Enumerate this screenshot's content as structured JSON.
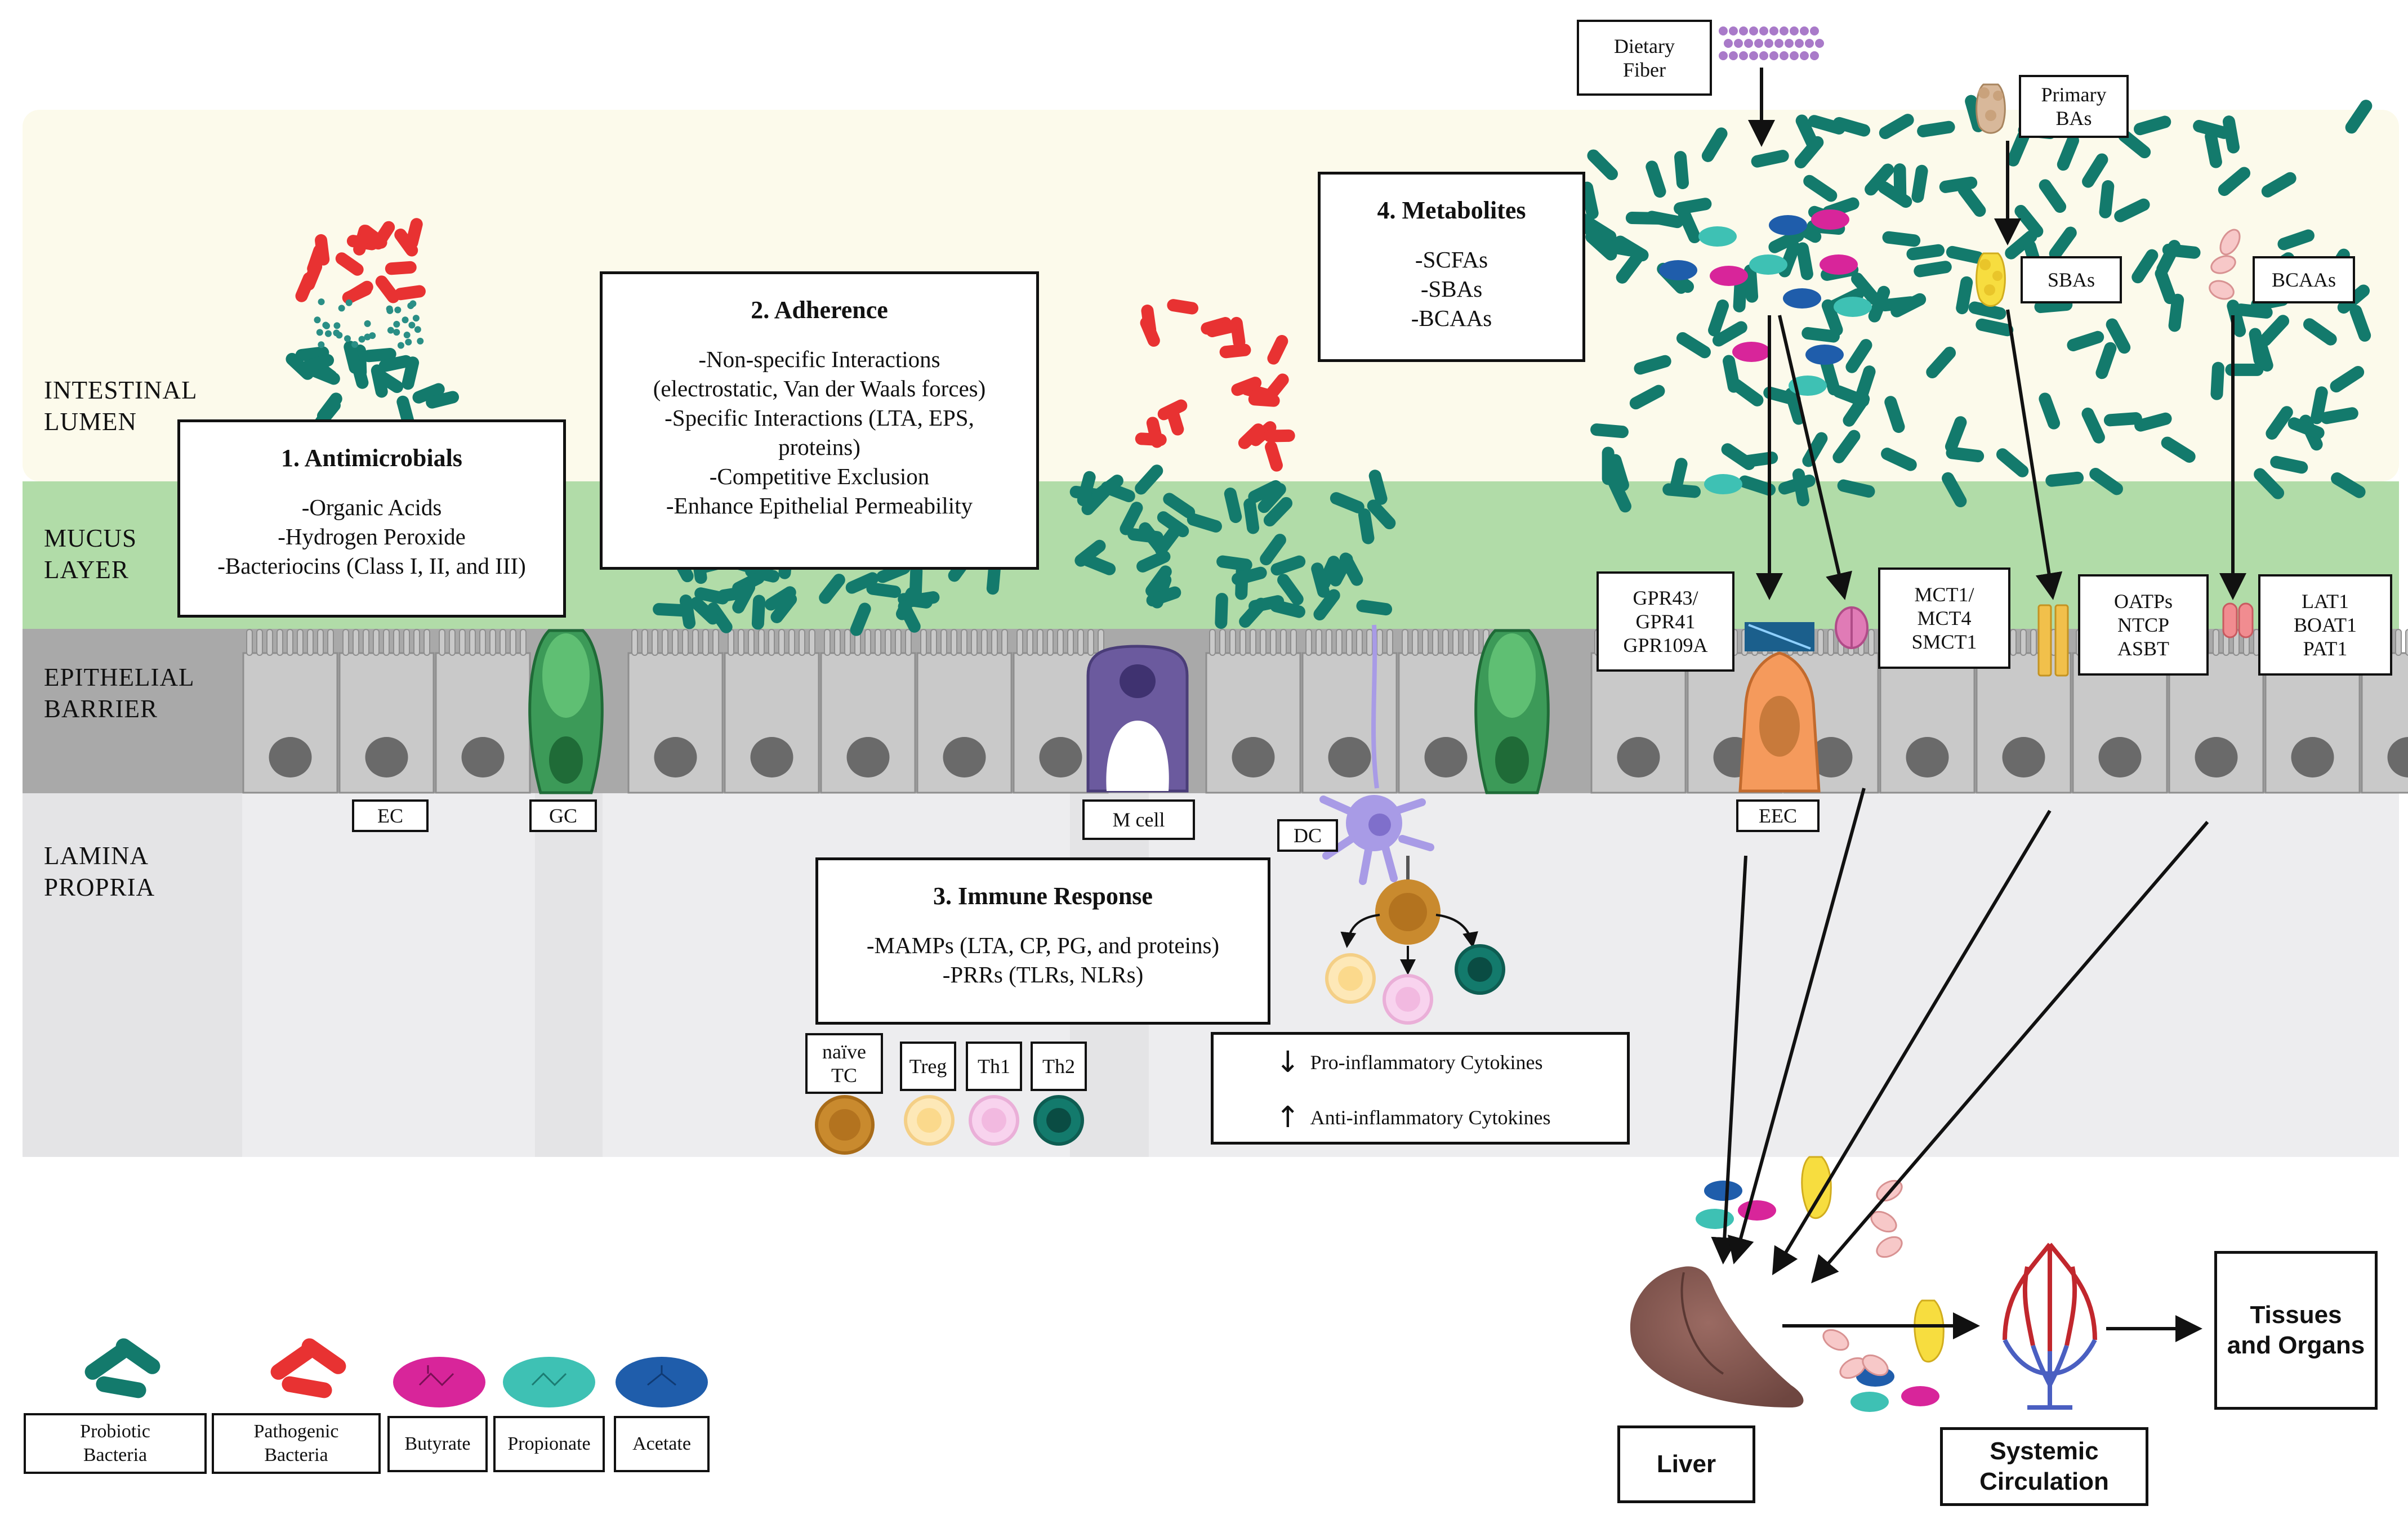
{
  "colors": {
    "probiotic": "#137A6C",
    "pathogenic": "#E83232",
    "butyrate": "#D8259A",
    "propionate": "#3EC1B4",
    "acetate": "#1F5DAB",
    "lumen_bg": "#FCFAEB",
    "mucus_bg": "#B1DCA8",
    "epithelium_bg": "#A9A9A9",
    "lamina_bg": "#EDEDEF"
  },
  "zones": {
    "lumen": [
      "INTESTINAL",
      "LUMEN"
    ],
    "mucus": [
      "MUCUS",
      "LAYER"
    ],
    "epithelial": [
      "EPITHELIAL",
      "BARRIER"
    ],
    "lamina": [
      "LAMINA",
      "PROPRIA"
    ]
  },
  "mechanisms": {
    "antimicrobials": {
      "title": "1. Antimicrobials",
      "items": [
        "-Organic Acids",
        "-Hydrogen Peroxide",
        "-Bacteriocins (Class I, II, and III)"
      ]
    },
    "adherence": {
      "title": "2. Adherence",
      "items": [
        "-Non-specific Interactions",
        "(electrostatic, Van der Waals forces)",
        "-Specific Interactions (LTA, EPS,",
        "proteins)",
        "-Competitive Exclusion",
        "-Enhance Epithelial Permeability"
      ]
    },
    "immune": {
      "title": "3. Immune Response",
      "items": [
        "-MAMPs (LTA, CP, PG, and proteins)",
        "-PRRs (TLRs, NLRs)"
      ]
    },
    "metabolites": {
      "title": "4. Metabolites",
      "items": [
        "-SCFAs",
        "-SBAs",
        "-BCAAs"
      ]
    }
  },
  "cell_labels": {
    "ec": "EC",
    "gc": "GC",
    "mcell": "M cell",
    "dc": "DC",
    "eec": "EEC"
  },
  "t_cells": {
    "naive": [
      "naïve",
      "TC"
    ],
    "treg": "Treg",
    "th1": "Th1",
    "th2": "Th2"
  },
  "cytokines": {
    "pro": "Pro-inflammatory Cytokines",
    "anti": "Anti-inflammatory Cytokines",
    "down_arrow": "↓",
    "up_arrow": "↑"
  },
  "inputs": {
    "dietary_fiber": [
      "Dietary",
      "Fiber"
    ],
    "primary_bas": [
      "Primary",
      "BAs"
    ],
    "sbas": "SBAs",
    "bcaas": "BCAAs"
  },
  "receptors": {
    "gpr": [
      "GPR43/",
      "GPR41",
      "GPR109A"
    ],
    "mct": [
      "MCT1/",
      "MCT4",
      "SMCT1"
    ],
    "oatp": [
      "OATPs",
      "NTCP",
      "ASBT"
    ],
    "lat": [
      "LAT1",
      "BOAT1",
      "PAT1"
    ]
  },
  "destinations": {
    "liver": "Liver",
    "systemic": [
      "Systemic",
      "Circulation"
    ],
    "tissues": [
      "Tissues",
      "and Organs"
    ]
  },
  "legend": {
    "probiotic": [
      "Probiotic",
      "Bacteria"
    ],
    "pathogenic": [
      "Pathogenic",
      "Bacteria"
    ],
    "butyrate": "Butyrate",
    "propionate": "Propionate",
    "acetate": "Acetate"
  }
}
